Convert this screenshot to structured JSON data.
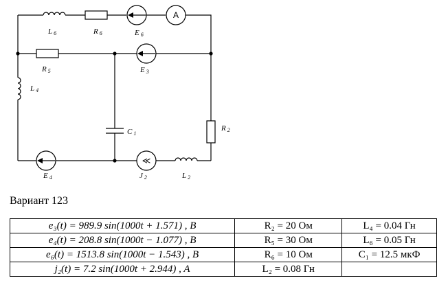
{
  "schematic": {
    "labels": {
      "L6": {
        "base": "L",
        "sub": "6"
      },
      "R6": {
        "base": "R",
        "sub": "6"
      },
      "E6": {
        "base": "E",
        "sub": "6"
      },
      "R5": {
        "base": "R",
        "sub": "5"
      },
      "E3": {
        "base": "E",
        "sub": "3"
      },
      "L4": {
        "base": "L",
        "sub": "4"
      },
      "C1": {
        "base": "C",
        "sub": "1"
      },
      "R2": {
        "base": "R",
        "sub": "2"
      },
      "E4": {
        "base": "E",
        "sub": "4"
      },
      "J2": {
        "base": "J",
        "sub": "2"
      },
      "L2": {
        "base": "L",
        "sub": "2"
      }
    },
    "ammeter_label": "A",
    "current_source_symbol": "≪"
  },
  "variant_title": "Вариант 123",
  "parameters": [
    [
      "e₃(t) = 989.9 sin(1000t + 1.571) , B",
      "R₂ = 20 Ом",
      "L₄ = 0.04 Гн"
    ],
    [
      "e₄(t) = 208.8 sin(1000t − 1.077) , B",
      "R₅ = 30 Ом",
      "L₆ = 0.05 Гн"
    ],
    [
      "e₆(t) = 1513.8 sin(1000t − 1.543) , B",
      "R₆ = 10 Ом",
      "C₁ = 12.5 мкФ"
    ],
    [
      "j₂(t) = 7.2 sin(1000t + 2.944) , A",
      "L₂ = 0.08 Гн",
      ""
    ]
  ]
}
